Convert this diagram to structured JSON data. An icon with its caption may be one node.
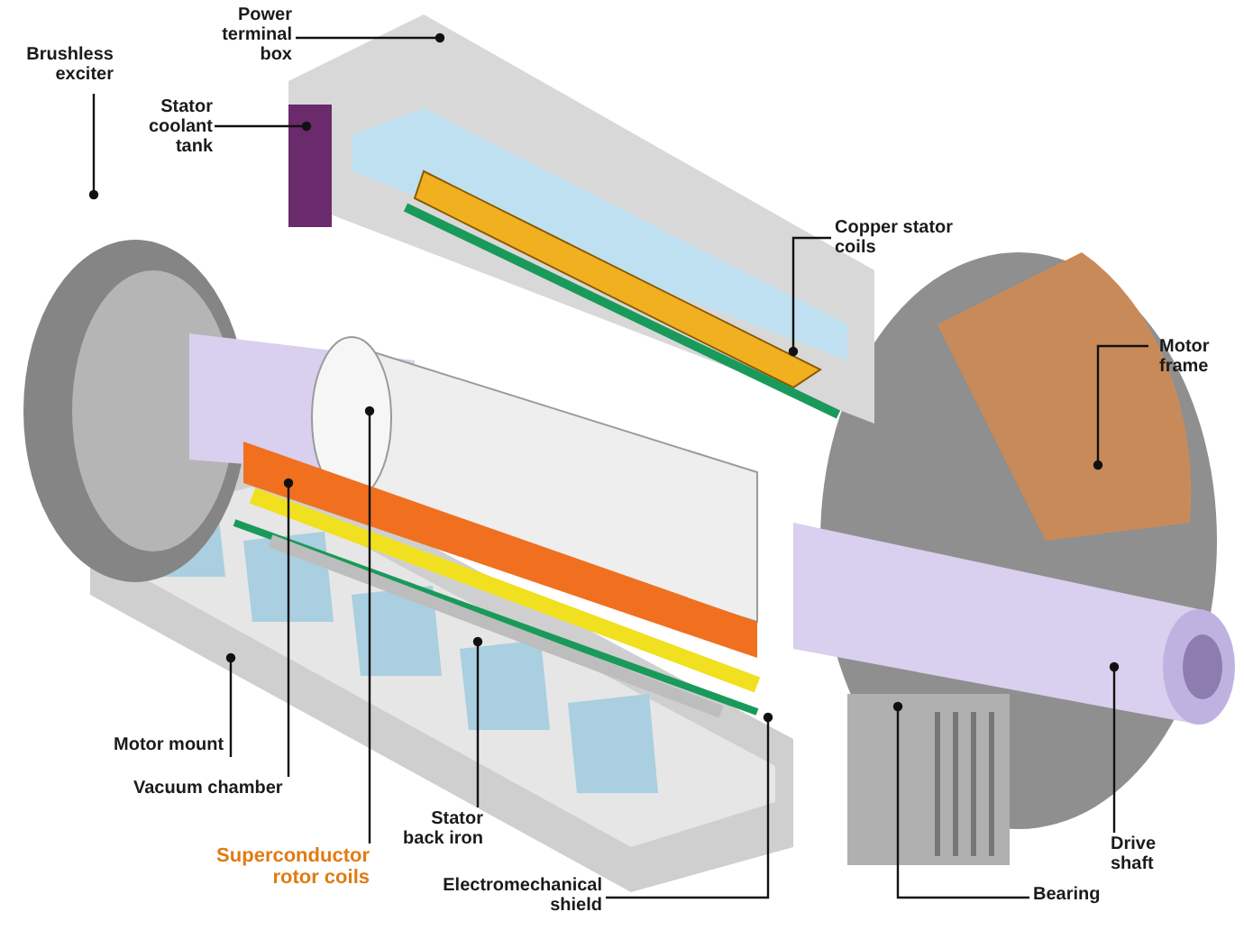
{
  "diagram": {
    "nodes": [
      {
        "text": [
          "Brushless exciter"
        ]
      },
      {
        "text": [
          "Power terminal box"
        ]
      },
      {
        "text": [
          "Stator coolant tank"
        ]
      },
      {
        "text": [
          "Copper stator coils"
        ]
      },
      {
        "text": [
          "Motor frame"
        ]
      },
      {
        "text": [
          "Motor mount"
        ]
      },
      {
        "text": [
          "Vacuum chamber"
        ]
      },
      {
        "text": [
          "Stator back iron"
        ]
      },
      {
        "text": [
          "Superconductor rotor coils"
        ]
      },
      {
        "text": [
          "Electromechanical shield"
        ]
      },
      {
        "text": [
          "Bearing"
        ]
      },
      {
        "text": [
          "Drive shaft"
        ]
      }
    ],
    "edges": [
      {
        "from": 0,
        "to": null,
        "arrow": "other"
      },
      {
        "from": 1,
        "to": null,
        "arrow": "other"
      },
      {
        "from": 2,
        "to": null,
        "arrow": "other"
      },
      {
        "from": 3,
        "to": null,
        "arrow": "other"
      },
      {
        "from": 4,
        "to": null,
        "arrow": "other"
      },
      {
        "from": 5,
        "to": null,
        "arrow": "other"
      },
      {
        "from": 6,
        "to": null,
        "arrow": "other"
      },
      {
        "from": 7,
        "to": null,
        "arrow": "other"
      },
      {
        "from": 8,
        "to": null,
        "arrow": "other"
      },
      {
        "from": 9,
        "to": null,
        "arrow": "other"
      },
      {
        "from": 10,
        "to": null,
        "arrow": "other"
      },
      {
        "from": 11,
        "to": null,
        "arrow": "other"
      }
    ]
  }
}
